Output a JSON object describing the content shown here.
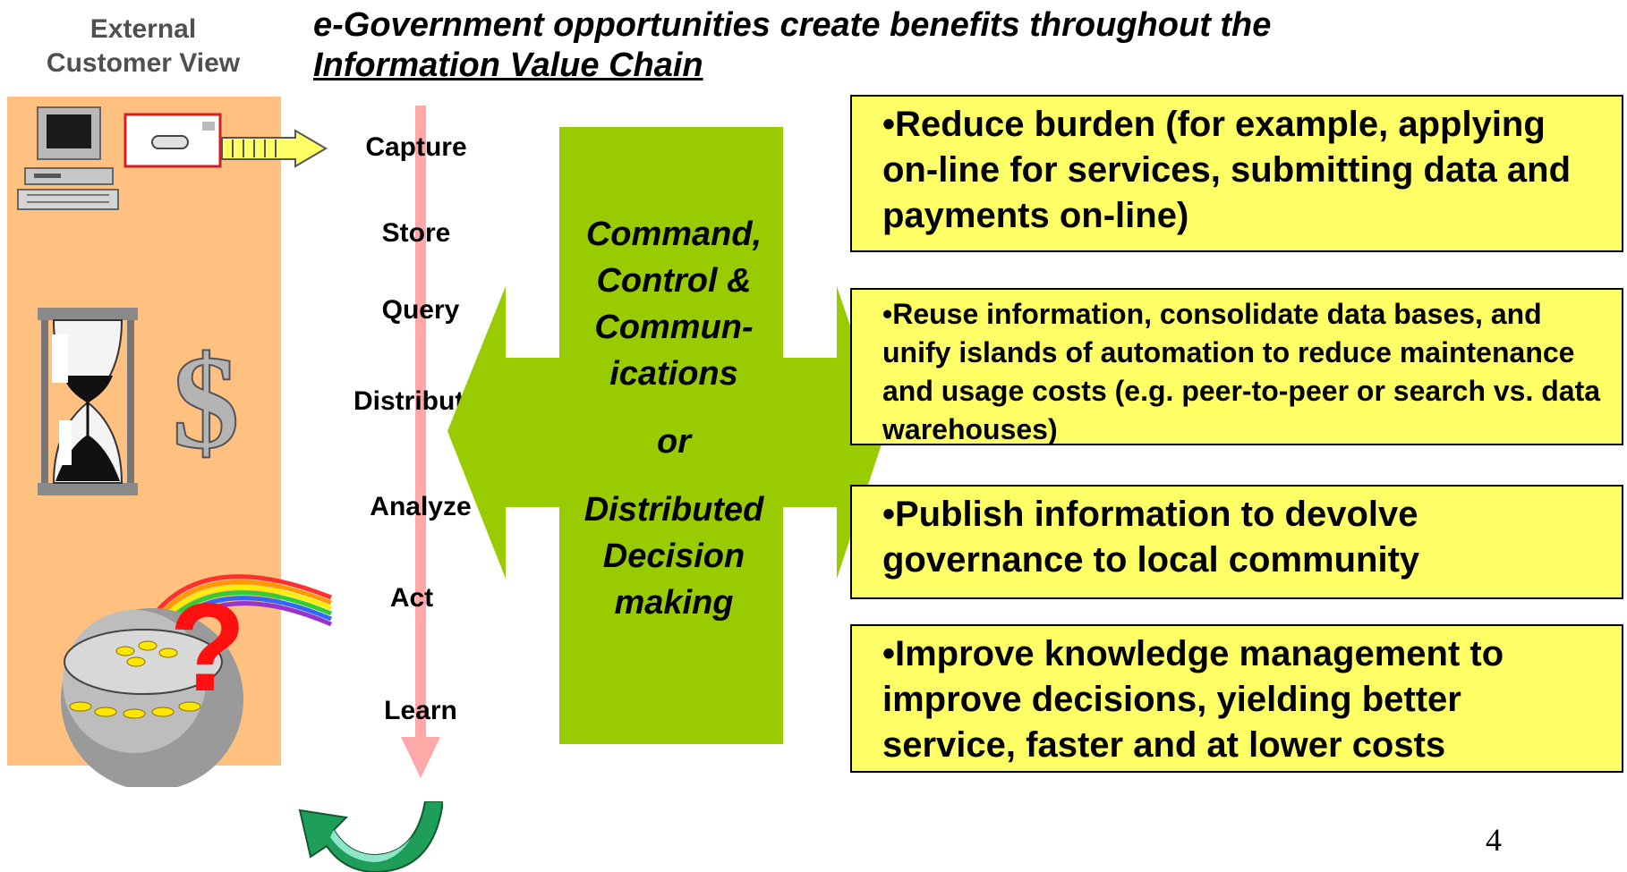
{
  "header": {
    "external_label": "External\nCustomer View",
    "title_line1": "e-Government opportunities create benefits throughout the",
    "title_line2": "Information Value Chain"
  },
  "chain": {
    "stages": [
      "Capture",
      "Store",
      "Query",
      "Distribute",
      "Analyze",
      "Act",
      "Learn"
    ]
  },
  "center": {
    "line1": "Command,",
    "line2": "Control &",
    "line3": "Commun-",
    "line4": "ications",
    "or": "or",
    "line5": "Distributed",
    "line6": "Decision",
    "line7": "making"
  },
  "benefits": [
    "•Reduce burden (for example, applying on-line for services, submitting data and payments on-line)",
    "•Reuse information, consolidate data bases, and unify islands of automation to reduce maintenance and usage costs (e.g. peer-to-peer or search vs. data warehouses)",
    "•Publish information to devolve governance to local community",
    "•Improve knowledge management to improve decisions, yielding better service, faster and at lower costs"
  ],
  "page_number": "4",
  "colors": {
    "customer_panel": "#ffc080",
    "chain_arrow": "#ffa8a8",
    "cross": "#99cc00",
    "benefit_box": "#ffff66",
    "cycle_arrow_light": "#8fe6c8",
    "cycle_arrow_dark": "#1f9e5a"
  },
  "icons": [
    "computer-icon",
    "envelope-icon",
    "send-arrow-icon",
    "hourglass-icon",
    "dollar-sign-icon",
    "rainbow-icon",
    "pot-of-gold-icon",
    "question-mark-icon",
    "cycle-arrow-icon"
  ]
}
